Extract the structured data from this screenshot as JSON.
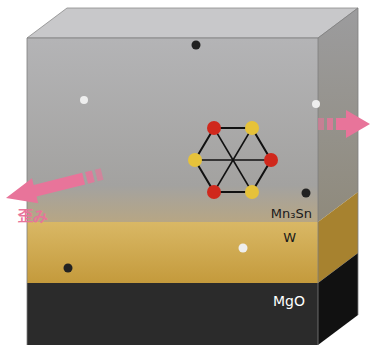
{
  "diagram": {
    "nodes": [
      {
        "text": [
          "Mn₃Sn"
        ]
      },
      {
        "text": [
          "W"
        ]
      },
      {
        "text": [
          "MgO"
        ]
      }
    ],
    "labels": [
      "歪み"
    ]
  }
}
